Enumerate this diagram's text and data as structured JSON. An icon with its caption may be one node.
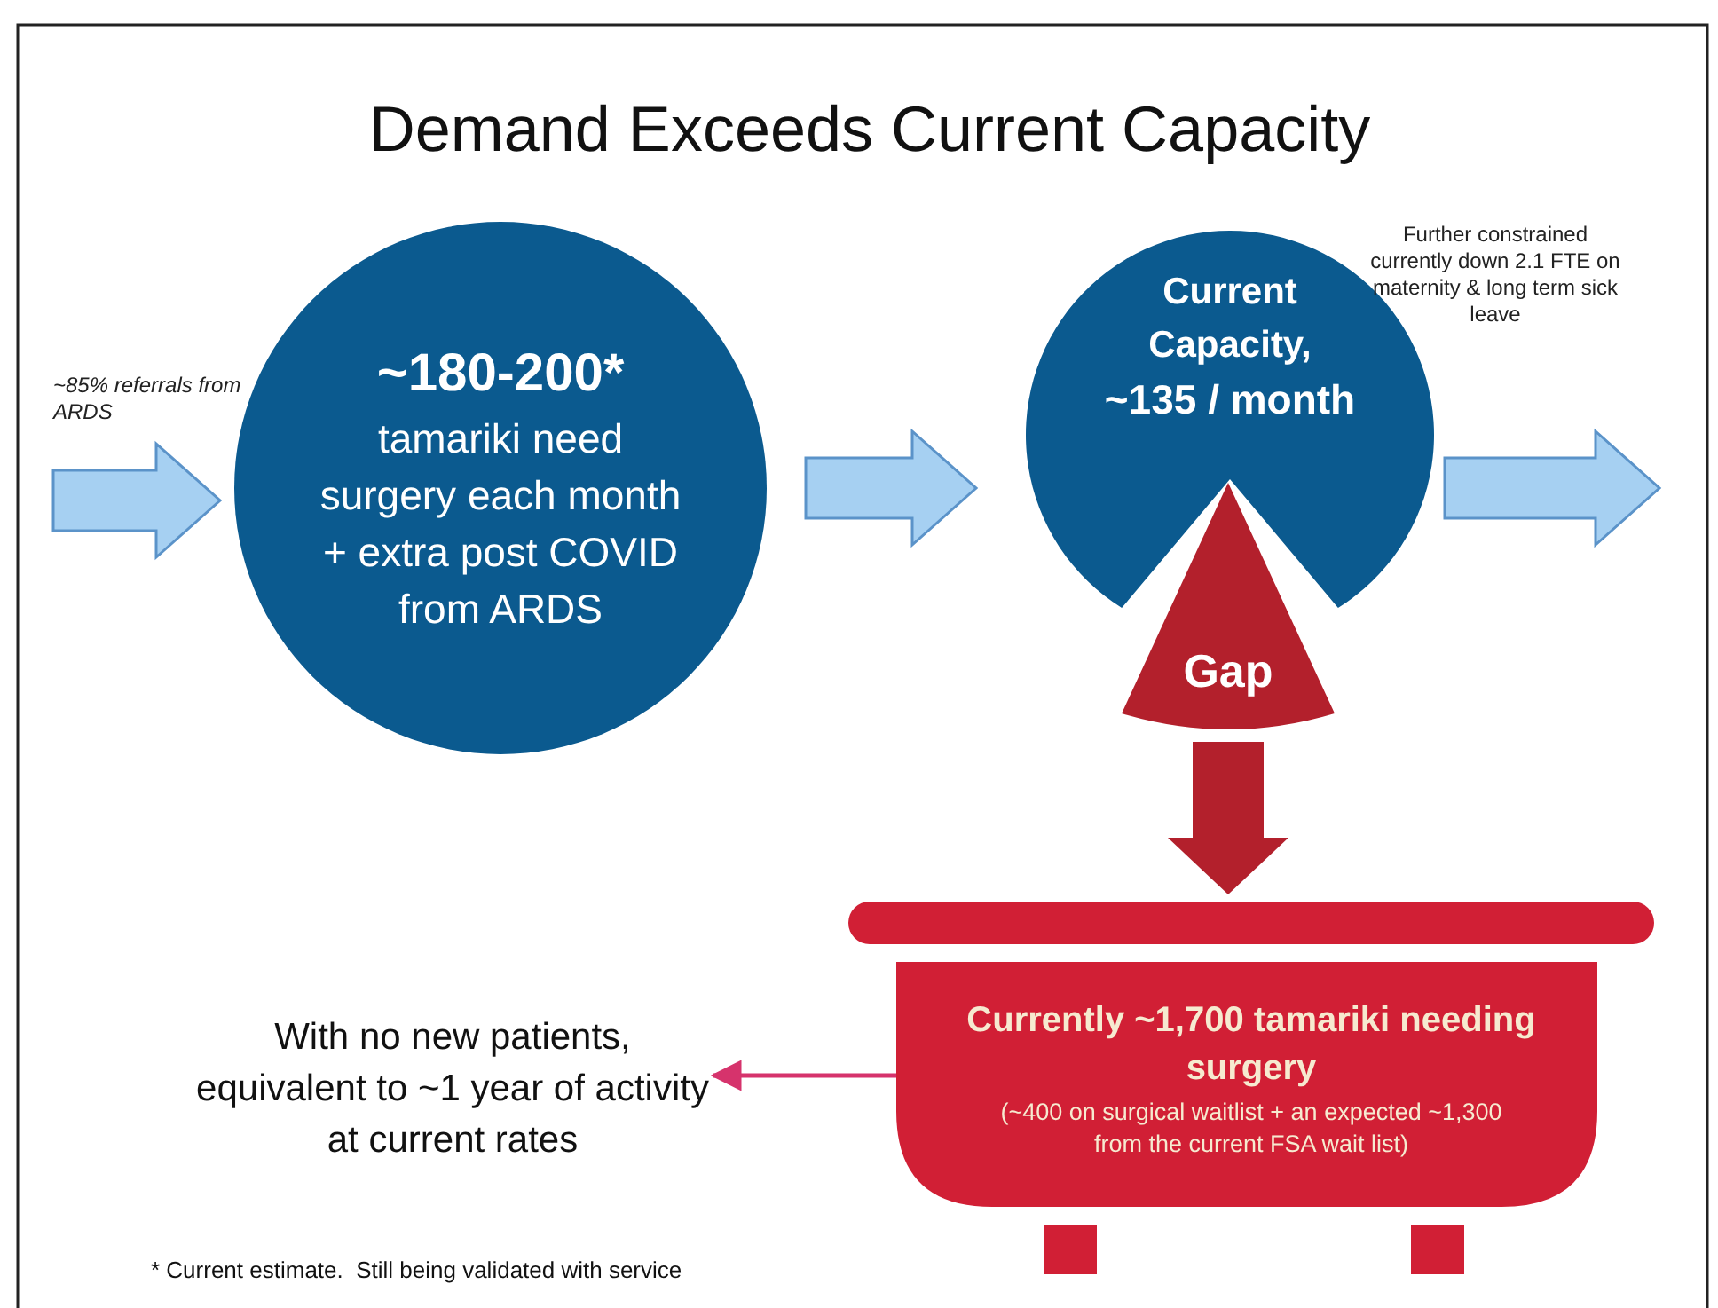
{
  "diagram": {
    "title": "Demand Exceeds Current Capacity",
    "nodes": [
      {
        "text": [
          "~180-200*",
          "tamariki need surgery each month + extra post COVID from ARDS"
        ]
      },
      {
        "text": [
          "Current Capacity,",
          "~135 / month"
        ],
        "beside": [
          "Further constrained currently down 2.1 FTE on maternity & long term sick leave"
        ]
      },
      {
        "text": [
          "Gap"
        ]
      },
      {
        "text": [
          "Currently ~1,700 tamariki needing surgery",
          "(~400 on surgical waitlist + an expected ~1,300 from the current FSA wait list)"
        ]
      },
      {
        "text": [
          "With no new patients, equivalent to ~1 year of activity at current rates"
        ]
      }
    ],
    "edges": [
      {
        "from": null,
        "to": 0,
        "arrow": "to",
        "label": "~85% referrals from ARDS",
        "style": "thick"
      },
      {
        "from": 0,
        "to": 1,
        "arrow": "to",
        "style": "thick"
      },
      {
        "from": 1,
        "to": null,
        "arrow": "to",
        "style": "thick"
      },
      {
        "from": 2,
        "to": 3,
        "arrow": "to",
        "style": "thick",
        "color": "#b3202c"
      },
      {
        "from": 3,
        "to": 4,
        "arrow": "to",
        "color": "#d6336c"
      }
    ],
    "labels": [
      "* Current estimate.  Still being validated with service"
    ]
  }
}
